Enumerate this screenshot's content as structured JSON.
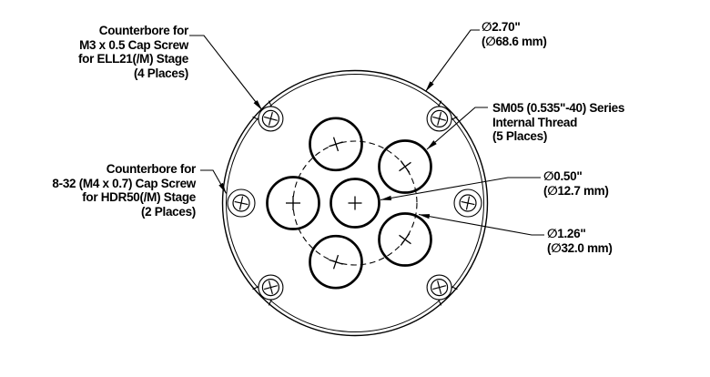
{
  "drawing": {
    "background": "#ffffff",
    "line_color": "#000000",
    "callouts": {
      "m3_counterbore": {
        "lines": [
          "Counterbore for",
          "M3 x 0.5 Cap Screw",
          "for ELL21(/M) Stage",
          "(4 Places)"
        ]
      },
      "hdr50_counterbore": {
        "lines": [
          "Counterbore for",
          "8-32 (M4 x 0.7) Cap Screw",
          "for HDR50(/M) Stage",
          "(2 Places)"
        ]
      },
      "outer_diameter": {
        "lines": [
          "∅2.70\"",
          "(∅68.6 mm)"
        ]
      },
      "sm05_thread": {
        "lines": [
          "SM05 (0.535\"-40) Series",
          "Internal Thread",
          "(5 Places)"
        ]
      },
      "center_hole_diameter": {
        "lines": [
          "∅0.50\"",
          "(∅12.7 mm)"
        ]
      },
      "bolt_circle_diameter": {
        "lines": [
          "∅1.26\"",
          "(∅32.0 mm)"
        ]
      }
    }
  }
}
